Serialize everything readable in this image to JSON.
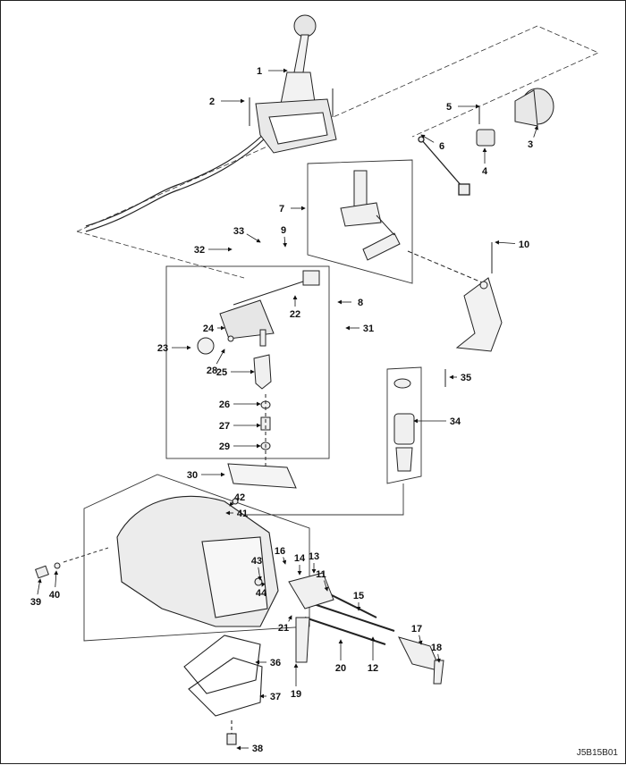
{
  "figure_id": "J5B15B01",
  "callouts": [
    "1",
    "2",
    "3",
    "4",
    "5",
    "6",
    "7",
    "8",
    "9",
    "10",
    "11",
    "12",
    "13",
    "14",
    "15",
    "16",
    "17",
    "18",
    "19",
    "20",
    "21",
    "22",
    "23",
    "24",
    "25",
    "26",
    "27",
    "28",
    "29",
    "30",
    "31",
    "32",
    "33",
    "34",
    "35",
    "36",
    "37",
    "38",
    "39",
    "40",
    "41",
    "42",
    "43",
    "44"
  ]
}
